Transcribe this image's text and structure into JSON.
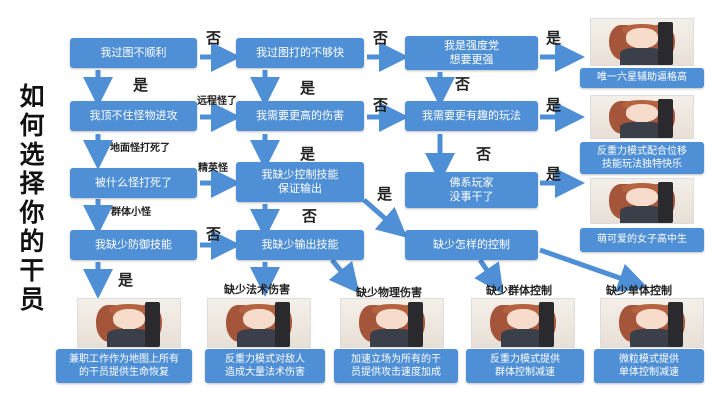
{
  "title": "如何选择你的干员",
  "colors": {
    "box": "#4f8fd6",
    "arrow": "#4f8fd6"
  },
  "boxes": {
    "c1r1": "我过图不顺利",
    "c1r2": "我顶不住怪物进攻",
    "c1r3": "被什么怪打死了",
    "c1r4": "我缺少防御技能",
    "c2r1": "我过图打的不够快",
    "c2r2": "我需要更高的伤害",
    "c2r3": "我缺少控制技能\n保证输出",
    "c2r4": "我缺少输出技能",
    "c3r1": "我是强度党\n想要更强",
    "c3r2": "我需要更有趣的玩法",
    "c3r3": "佛系玩家\n没事干了",
    "c3r4": "缺少怎样的控制",
    "right1": "唯一六星辅助逼格高",
    "right2": "反重力模式配合位移\n技能玩法独特快乐",
    "right3": "萌可爱的女子高中生",
    "bottom1": "兼职工作作为地图上所有\n的干员提供生命恢复",
    "bottom2": "反重力模式对敌人\n造成大量法术伤害",
    "bottom3": "加速立场为所有的干\n员提供攻击速度加成",
    "bottom4": "反重力模式提供\n群体控制减速",
    "bottom5": "微粒模式提供\n单体控制减速"
  },
  "labels": {
    "no1": "否",
    "no2": "否",
    "no3": "否",
    "no4": "否",
    "no5": "否",
    "no6": "否",
    "no7": "否",
    "yes1": "是",
    "yes2": "是",
    "yes3": "是",
    "yes4": "是",
    "yes5": "是",
    "yes6": "是",
    "yes7": "是",
    "kill_floor": "地面怪打死了",
    "kill_elite": "精英怪",
    "kill_air": "远程怪了",
    "kill_group": "群体小怪",
    "lack_arts": "缺少法术伤害",
    "lack_phys": "缺少物理伤害",
    "lack_group": "缺少群体控制",
    "lack_single": "缺少单体控制"
  }
}
